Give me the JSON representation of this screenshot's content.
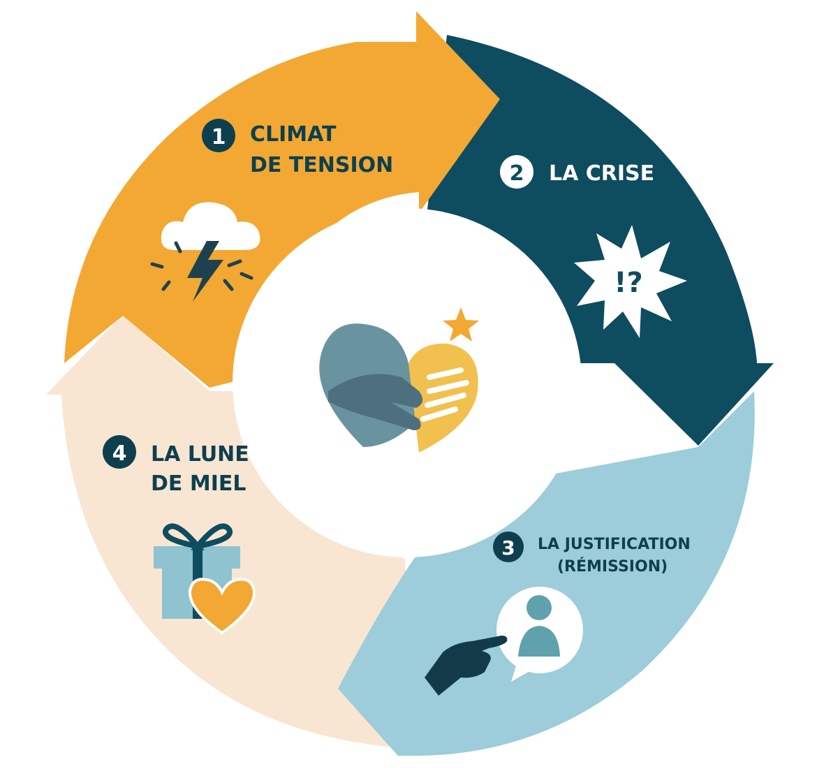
{
  "colors": {
    "orange": "#F2A833",
    "navy": "#0E4C60",
    "light_blue": "#9DCCDA",
    "cream": "#F8E6D3",
    "center": "#FFFFFF",
    "text_dark": "#0E3F4F",
    "text_light": "#FFFFFF"
  },
  "steps": [
    {
      "number": "1",
      "line1": "CLIMAT",
      "line2": "DE TENSION",
      "icon": "storm-cloud-icon"
    },
    {
      "number": "2",
      "line1": "LA CRISE",
      "line2": "",
      "icon": "explosion-icon"
    },
    {
      "number": "3",
      "line1": "LA JUSTIFICATION",
      "line2": "(RÉMISSION)",
      "icon": "pointing-hand-icon"
    },
    {
      "number": "4",
      "line1": "LA LUNE",
      "line2": "DE MIEL",
      "icon": "gift-heart-icon"
    }
  ],
  "center_icon": "heart-hands-icon",
  "burst_text": "!?"
}
